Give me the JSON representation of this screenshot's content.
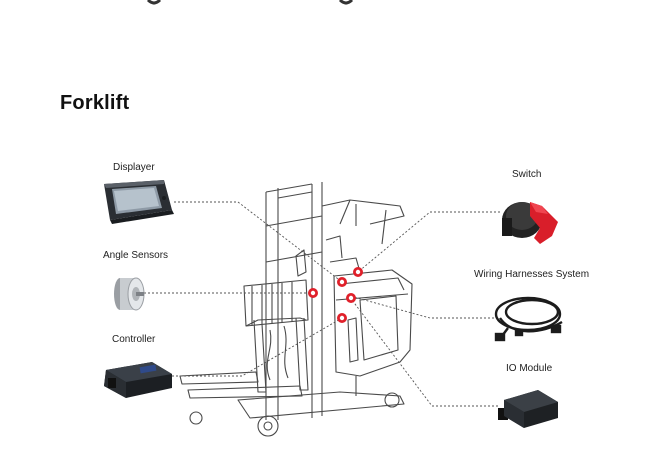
{
  "page": {
    "title": "Forklift"
  },
  "components": {
    "displayer": {
      "label": "Displayer",
      "icon": "display-screen-icon"
    },
    "angle_sensors": {
      "label": "Angle Sensors",
      "icon": "rotary-encoder-icon"
    },
    "controller": {
      "label": "Controller",
      "icon": "controller-unit-icon"
    },
    "switch": {
      "label": "Switch",
      "icon": "rotary-switch-icon"
    },
    "wiring": {
      "label": "Wiring Harnesses System",
      "icon": "cable-harness-icon"
    },
    "io_module": {
      "label": "IO Module",
      "icon": "io-module-icon"
    }
  },
  "colors": {
    "marker": "#e0202a",
    "line": "#555555",
    "outline": "#4a4a4a"
  }
}
